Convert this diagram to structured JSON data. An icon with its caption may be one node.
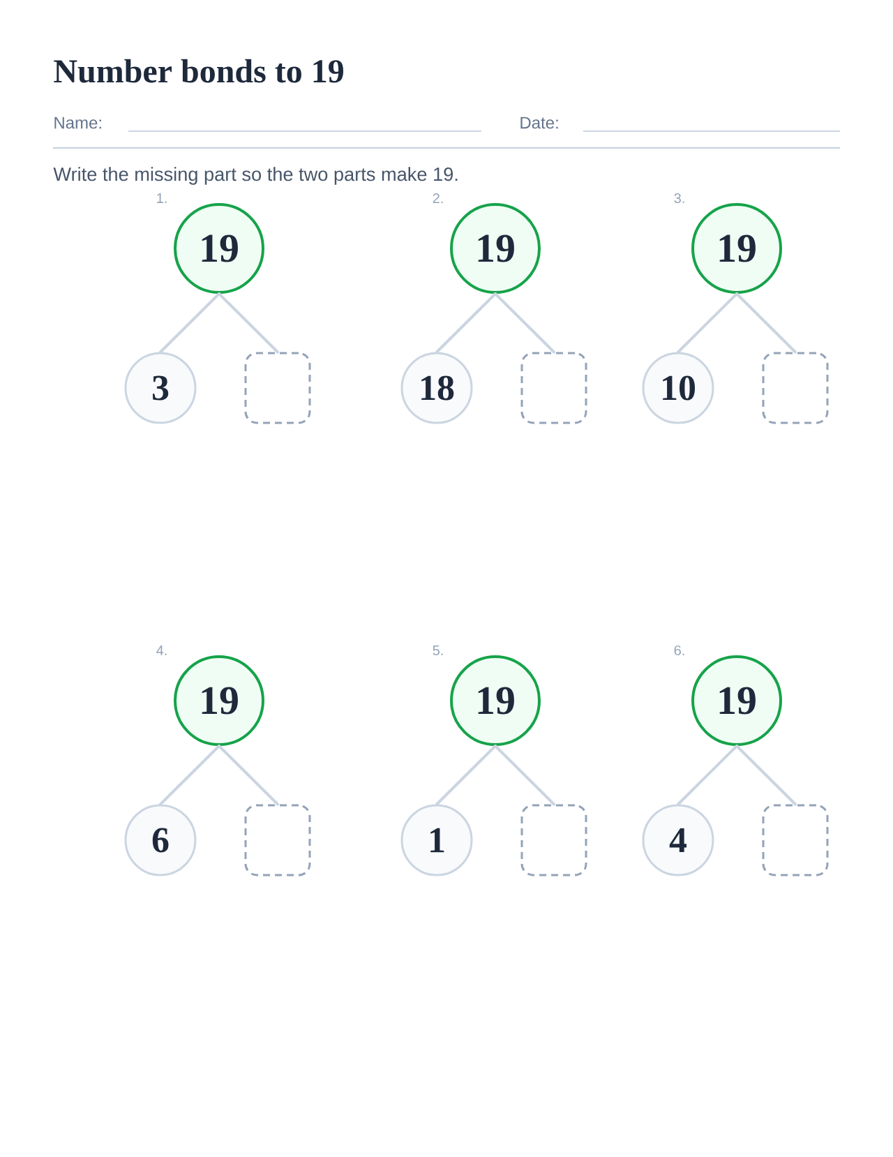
{
  "diagram": {
    "title": "Number bonds to 19",
    "nodes": [
      {
        "text": [
          "19"
        ],
        "beside": [
          "1."
        ]
      },
      {
        "text": [
          "3"
        ]
      },
      {
        "text": [],
        "shape": "box"
      },
      {
        "text": [
          "19"
        ],
        "beside": [
          "2."
        ]
      },
      {
        "text": [
          "18"
        ]
      },
      {
        "text": [],
        "shape": "box"
      },
      {
        "text": [
          "19"
        ],
        "beside": [
          "3."
        ]
      },
      {
        "text": [
          "10"
        ]
      },
      {
        "text": [],
        "shape": "box"
      },
      {
        "text": [
          "19"
        ],
        "beside": [
          "4."
        ]
      },
      {
        "text": [
          "6"
        ]
      },
      {
        "text": [],
        "shape": "box"
      },
      {
        "text": [
          "19"
        ],
        "beside": [
          "5."
        ]
      },
      {
        "text": [
          "1"
        ]
      },
      {
        "text": [],
        "shape": "box"
      },
      {
        "text": [
          "19"
        ],
        "beside": [
          "6."
        ]
      },
      {
        "text": [
          "4"
        ]
      },
      {
        "text": [],
        "shape": "box"
      }
    ],
    "edges": [
      {
        "from": 0,
        "to": 1,
        "arrow": "none"
      },
      {
        "from": 0,
        "to": 2,
        "arrow": "none"
      },
      {
        "from": 3,
        "to": 4,
        "arrow": "none"
      },
      {
        "from": 3,
        "to": 5,
        "arrow": "none"
      },
      {
        "from": 6,
        "to": 7,
        "arrow": "none"
      },
      {
        "from": 6,
        "to": 8,
        "arrow": "none"
      },
      {
        "from": 9,
        "to": 10,
        "arrow": "none"
      },
      {
        "from": 9,
        "to": 11,
        "arrow": "none"
      },
      {
        "from": 12,
        "to": 13,
        "arrow": "none"
      },
      {
        "from": 12,
        "to": 14,
        "arrow": "none"
      },
      {
        "from": 15,
        "to": 16,
        "arrow": "none"
      },
      {
        "from": 15,
        "to": 17,
        "arrow": "none"
      }
    ],
    "labels": [
      "Name:",
      "Date:",
      "Write the missing part so the two parts make 19."
    ]
  }
}
